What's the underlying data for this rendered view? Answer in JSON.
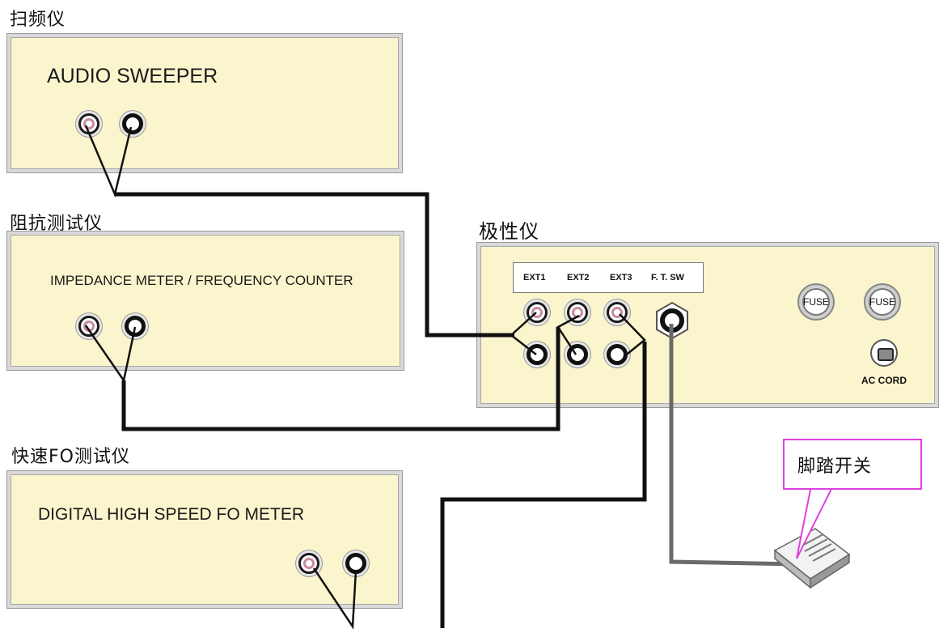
{
  "labels": {
    "sweeper_cn": "扫频仪",
    "impedance_cn": "阻抗测试仪",
    "fo_cn": "快速FO测试仪",
    "polarity_cn": "极性仪",
    "footswitch_cn": "脚踏开关"
  },
  "panels": {
    "sweeper": "AUDIO SWEEPER",
    "impedance": "IMPEDANCE  METER / FREQUENCY  COUNTER",
    "fo": "DIGITAL  HIGH  SPEED  FO  METER"
  },
  "polarity": {
    "ports": [
      "EXT1",
      "EXT2",
      "EXT3",
      "F. T. SW"
    ],
    "fuses": [
      "FUSE",
      "FUSE"
    ],
    "ac_cord": "AC CORD"
  },
  "colors": {
    "panel_fill": "#fbf5cd",
    "red_jack": "#c98b9c",
    "callout_border": "#e040e0"
  }
}
